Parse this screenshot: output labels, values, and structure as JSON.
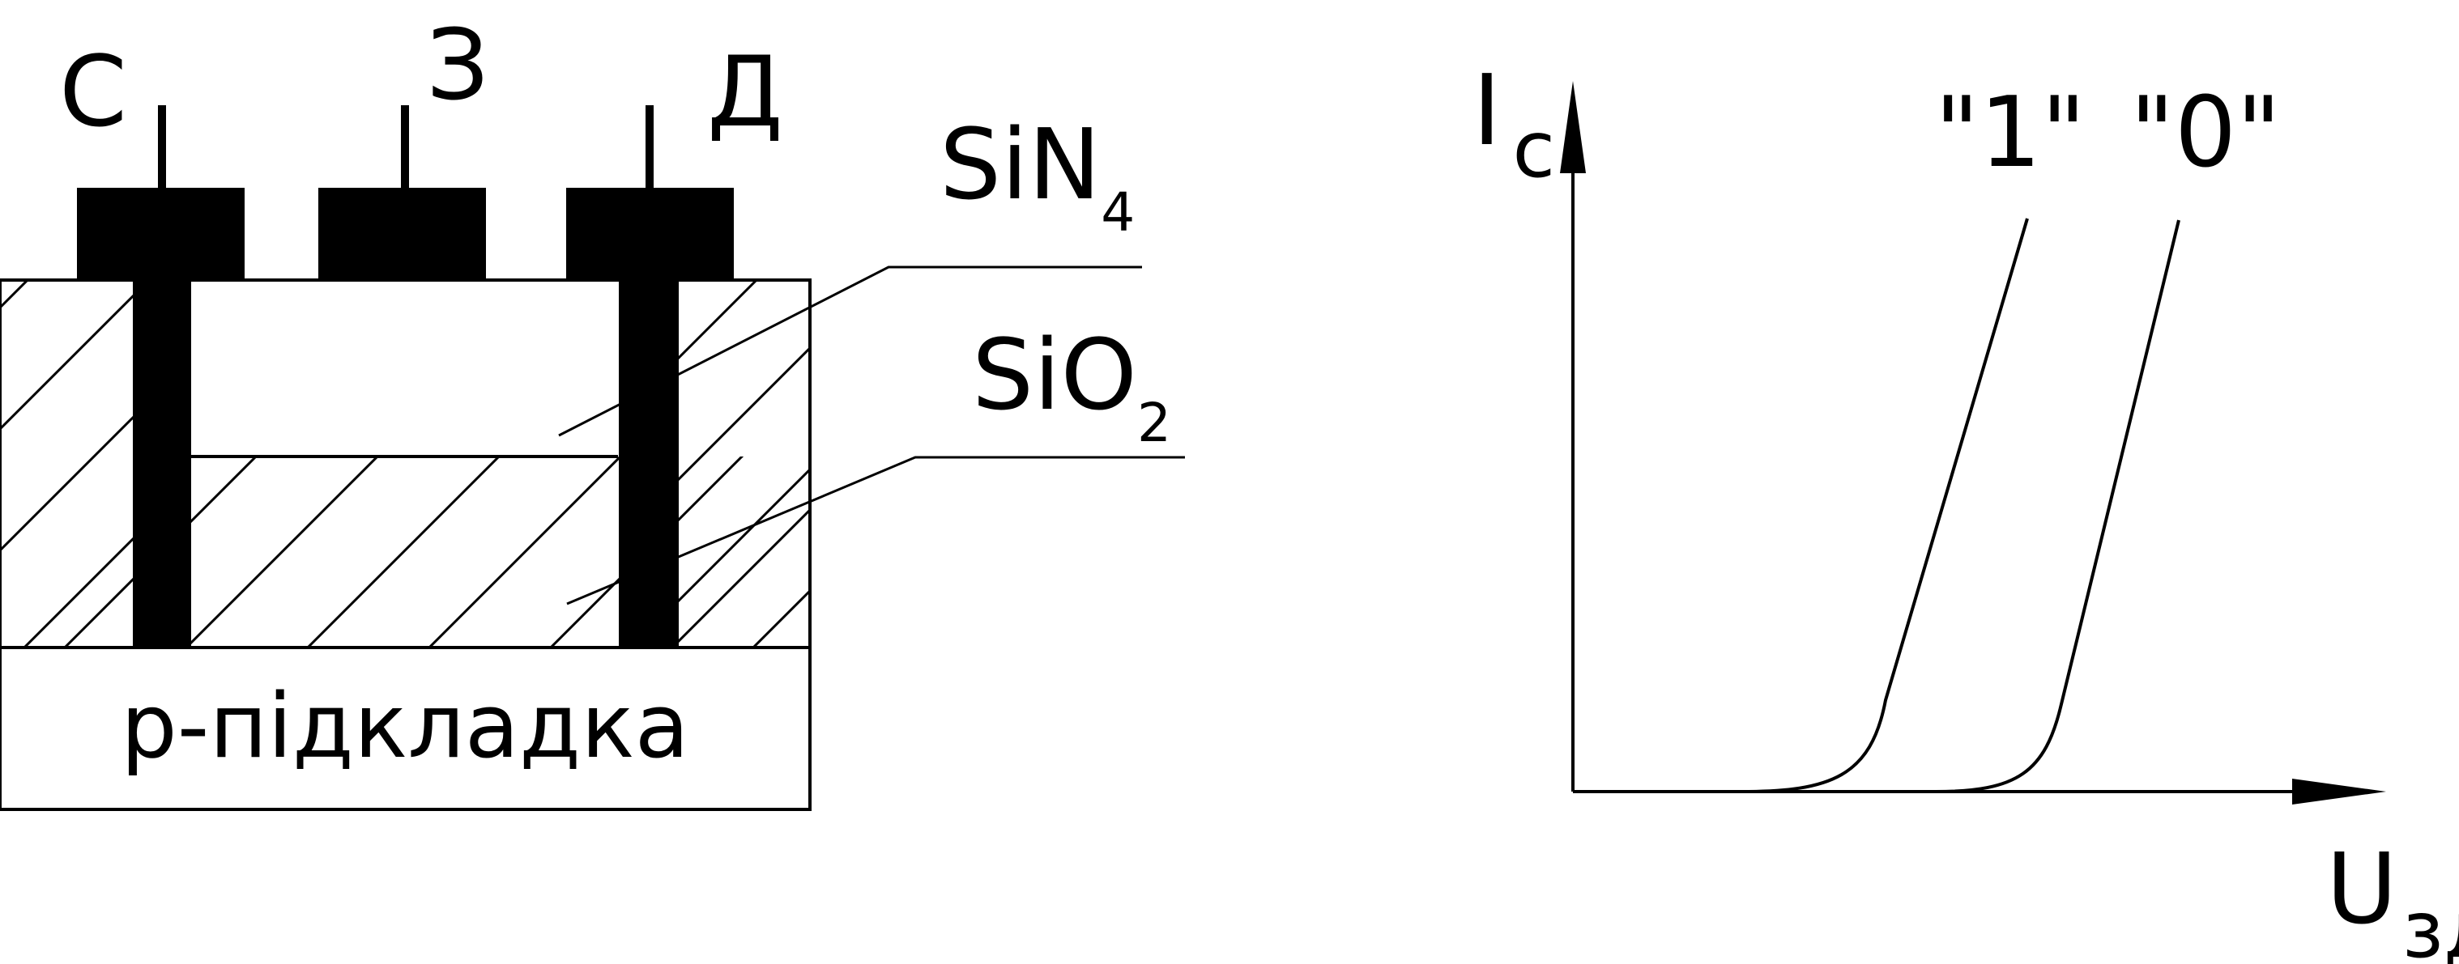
{
  "structure": {
    "source_label": "С",
    "gate_label": "З",
    "drain_label": "Д",
    "nitride_formula": "SiN",
    "nitride_subscript": "4",
    "oxide_formula": "SiO",
    "oxide_subscript": "2",
    "substrate_label": "p-підкладка"
  },
  "graph": {
    "y_axis_main": "I",
    "y_axis_sub": "с",
    "x_axis_main": "U",
    "x_axis_sub": "зд",
    "curve_1_label": "\"1\"",
    "curve_0_label": "\"0\""
  },
  "colors": {
    "ink": "#000000",
    "paper": "#ffffff"
  }
}
